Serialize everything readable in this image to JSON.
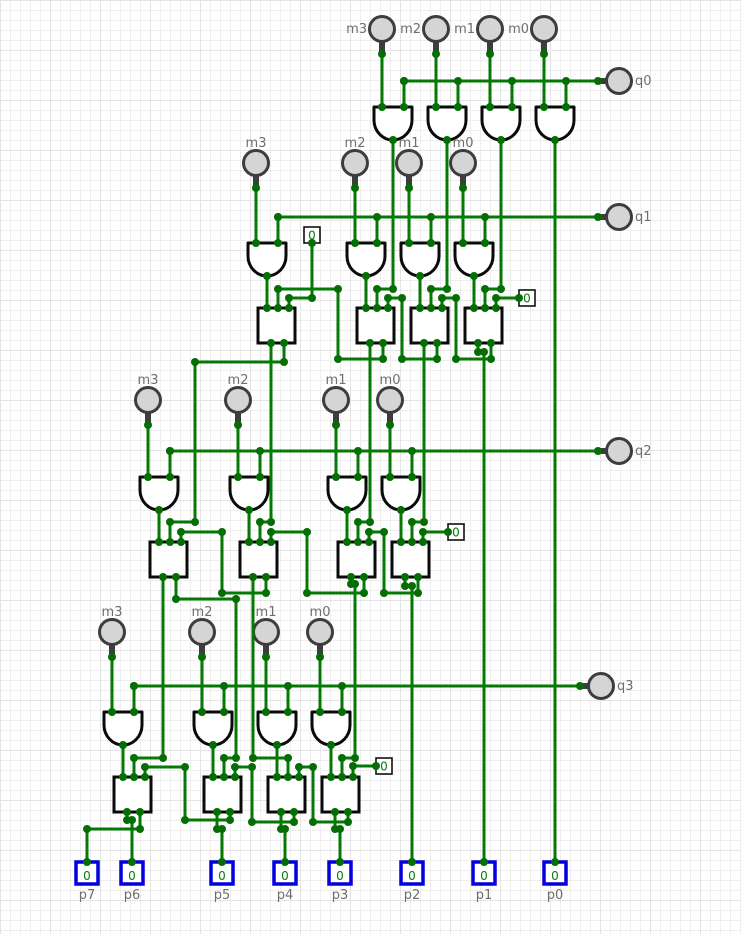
{
  "colors": {
    "wire": "#047a04",
    "node": "#046d04",
    "component_stroke": "#0a0a0a",
    "pin_fill": "#d5d5d5",
    "pin_stroke": "#3d3d3d",
    "output_pin_border": "#0101dd",
    "label_text": "#6e6e6e",
    "value_text": "#0a7a0a"
  },
  "rows": [
    {
      "m_labels": [
        "m3",
        "m2",
        "m1",
        "m0"
      ],
      "q_label": "q0"
    },
    {
      "m_labels": [
        "m3",
        "m2",
        "m1",
        "m0"
      ],
      "q_label": "q1",
      "constants": [
        "0",
        "0"
      ]
    },
    {
      "m_labels": [
        "m3",
        "m2",
        "m1",
        "m0"
      ],
      "q_label": "q2",
      "constants": [
        "0"
      ]
    },
    {
      "m_labels": [
        "m3",
        "m2",
        "m1",
        "m0"
      ],
      "q_label": "q3",
      "constants": [
        "0"
      ]
    }
  ],
  "outputs": [
    {
      "label": "p7",
      "value": "0"
    },
    {
      "label": "p6",
      "value": "0"
    },
    {
      "label": "p5",
      "value": "0"
    },
    {
      "label": "p4",
      "value": "0"
    },
    {
      "label": "p3",
      "value": "0"
    },
    {
      "label": "p2",
      "value": "0"
    },
    {
      "label": "p1",
      "value": "0"
    },
    {
      "label": "p0",
      "value": "0"
    }
  ]
}
